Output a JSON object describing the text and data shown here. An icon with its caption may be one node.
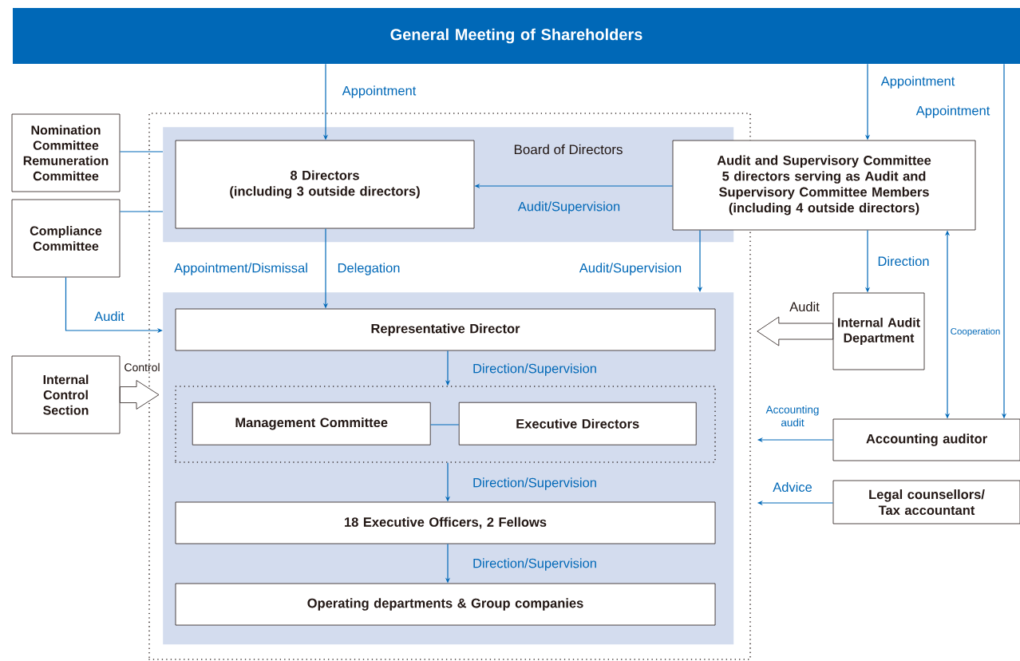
{
  "diagram": {
    "nodes": [
      {
        "text": [
          "General Meeting of Shareholders"
        ]
      },
      {
        "text": [],
        "shape": "box"
      },
      {
        "text": [
          "Board of Directors"
        ],
        "in": 1
      },
      {
        "text": [
          "8 Directors",
          "(including 3 outside directors)"
        ],
        "in": 2
      },
      {
        "text": [
          "Audit and Supervisory Committee",
          "5 directors serving as Audit and Supervisory Committee Members",
          "(including 4 outside directors)"
        ]
      },
      {
        "text": [
          "Nomination Committee",
          "Remuneration Committee"
        ]
      },
      {
        "text": [
          "Compliance Committee"
        ]
      },
      {
        "text": [],
        "shape": "box",
        "in": 1
      },
      {
        "text": [
          "Representative Director"
        ],
        "in": 7
      },
      {
        "text": [
          "Internal Control Section"
        ]
      },
      {
        "text": [],
        "shape": "box",
        "in": 7
      },
      {
        "text": [
          "Management Committee"
        ],
        "in": 10
      },
      {
        "text": [
          "Executive Directors"
        ],
        "in": 10
      },
      {
        "text": [
          "18 Executive Officers, 2 Fellows"
        ],
        "in": 7
      },
      {
        "text": [
          "Operating departments & Group companies"
        ],
        "in": 7
      },
      {
        "text": [
          "Internal Audit Department"
        ]
      },
      {
        "text": [
          "Accounting auditor"
        ]
      },
      {
        "text": [
          "Legal counsellors/ Tax accountant"
        ]
      }
    ],
    "edges": [
      {
        "from": 0,
        "to": 3,
        "arrow": "to",
        "label": "Appointment"
      },
      {
        "from": 0,
        "to": 4,
        "arrow": "to",
        "label": "Appointment"
      },
      {
        "from": 0,
        "to": 16,
        "arrow": "to",
        "label": "Appointment"
      },
      {
        "from": 4,
        "to": 3,
        "arrow": "to",
        "label": "Audit/Supervision"
      },
      {
        "from": 5,
        "to": 2,
        "arrow": "none"
      },
      {
        "from": 6,
        "to": 2,
        "arrow": "none"
      },
      {
        "from": 3,
        "to": 8,
        "arrow": "to",
        "label": "Appointment/Dismissal"
      },
      {
        "from": 4,
        "to": 7,
        "arrow": "to",
        "label": "Audit/Supervision"
      },
      {
        "from": 6,
        "to": 7,
        "arrow": "to",
        "label": "Audit"
      },
      {
        "from": 9,
        "to": 7,
        "arrow": "to",
        "label": "Control",
        "color": "#231815"
      },
      {
        "from": 15,
        "to": 1,
        "arrow": "to",
        "label": "Audit",
        "color": "#231815"
      },
      {
        "from": 8,
        "to": 10,
        "arrow": "to",
        "label": "Direction/Supervision"
      },
      {
        "from": 11,
        "to": 12,
        "arrow": "none"
      },
      {
        "from": 10,
        "to": 13,
        "arrow": "to",
        "label": "Direction/Supervision"
      },
      {
        "from": 13,
        "to": 14,
        "arrow": "to",
        "label": "Direction/Supervision"
      },
      {
        "from": 4,
        "to": 15,
        "arrow": "to",
        "label": "Direction"
      },
      {
        "from": 4,
        "to": 16,
        "arrow": "both",
        "label": "Cooperation"
      },
      {
        "from": 16,
        "to": 1,
        "arrow": "to",
        "label": "Accounting audit"
      },
      {
        "from": 17,
        "to": 1,
        "arrow": "to",
        "label": "Advice"
      }
    ],
    "labels": [
      "Delegation"
    ]
  }
}
